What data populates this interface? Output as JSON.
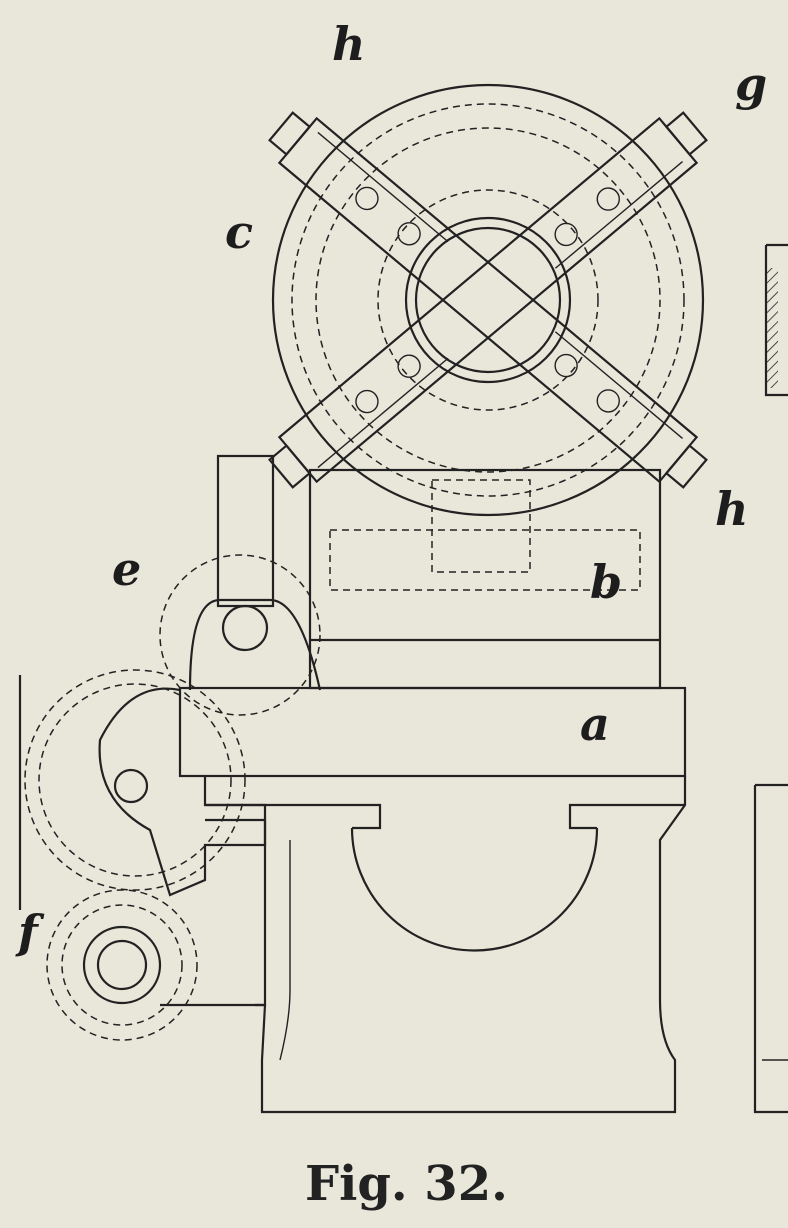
{
  "figure": {
    "caption": "Fig. 32.",
    "labels": {
      "a": "a",
      "b": "b",
      "c": "c",
      "e": "e",
      "f": "f",
      "g": "g",
      "h_top": "h",
      "h_right": "h"
    }
  }
}
